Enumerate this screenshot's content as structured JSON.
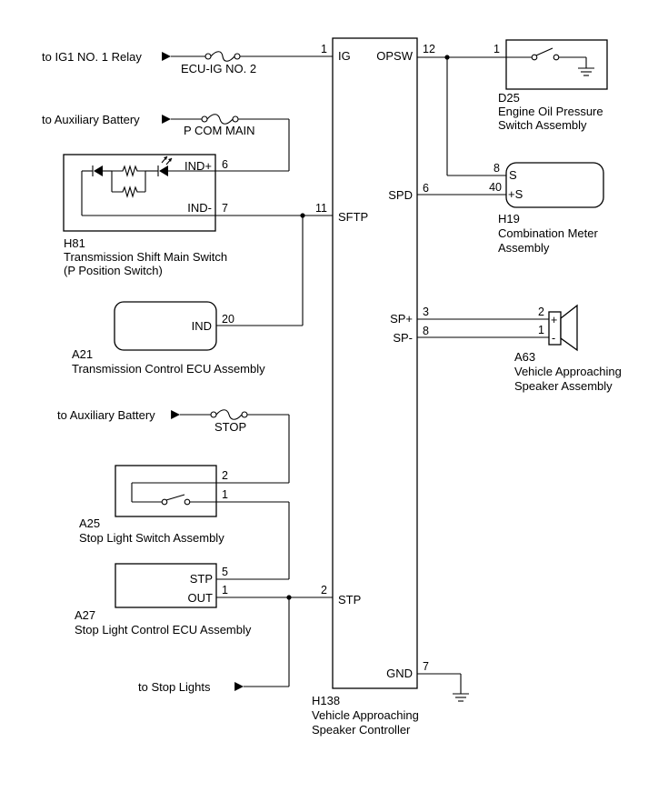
{
  "controller": {
    "code": "H138",
    "name_line1": "Vehicle Approaching",
    "name_line2": "Speaker Controller",
    "terminals": {
      "ig": "IG",
      "opsw": "OPSW",
      "sftp": "SFTP",
      "spd": "SPD",
      "sp_plus": "SP+",
      "sp_minus": "SP-",
      "stp": "STP",
      "gnd": "GND"
    },
    "pins": {
      "ig": "1",
      "opsw": "12",
      "sftp": "11",
      "spd": "6",
      "sp_plus": "3",
      "sp_minus": "8",
      "stp": "2",
      "gnd": "7"
    }
  },
  "left": {
    "ig1_relay": "to IG1 NO. 1 Relay",
    "fuse_ecu_ig": "ECU-IG NO. 2",
    "aux_battery_1": "to Auxiliary Battery",
    "fuse_p_com": "P COM MAIN",
    "aux_battery_2": "to Auxiliary Battery",
    "fuse_stop": "STOP",
    "stop_lights": "to Stop Lights"
  },
  "h81": {
    "code": "H81",
    "name_line1": "Transmission Shift Main Switch",
    "name_line2": "(P Position Switch)",
    "t_ind_plus": "IND+",
    "p_ind_plus": "6",
    "t_ind_minus": "IND-",
    "p_ind_minus": "7"
  },
  "a21": {
    "code": "A21",
    "name_line1": "Transmission Control ECU Assembly",
    "t_ind": "IND",
    "p_ind": "20"
  },
  "a25": {
    "code": "A25",
    "name_line1": "Stop Light Switch Assembly",
    "p2": "2",
    "p1": "1"
  },
  "a27": {
    "code": "A27",
    "name_line1": "Stop Light Control ECU Assembly",
    "t_stp": "STP",
    "p_stp": "5",
    "t_out": "OUT",
    "p_out": "1"
  },
  "d25": {
    "code": "D25",
    "name_line1": "Engine Oil Pressure",
    "name_line2": "Switch Assembly",
    "pin": "1"
  },
  "h19": {
    "code": "H19",
    "name_line1": "Combination Meter",
    "name_line2": "Assembly",
    "t_s": "S",
    "p_s": "8",
    "t_plus_s": "+S",
    "p_plus_s": "40"
  },
  "a63": {
    "code": "A63",
    "name_line1": "Vehicle Approaching",
    "name_line2": "Speaker Assembly",
    "t_plus": "+",
    "p_plus": "2",
    "t_minus": "-",
    "p_minus": "1"
  }
}
